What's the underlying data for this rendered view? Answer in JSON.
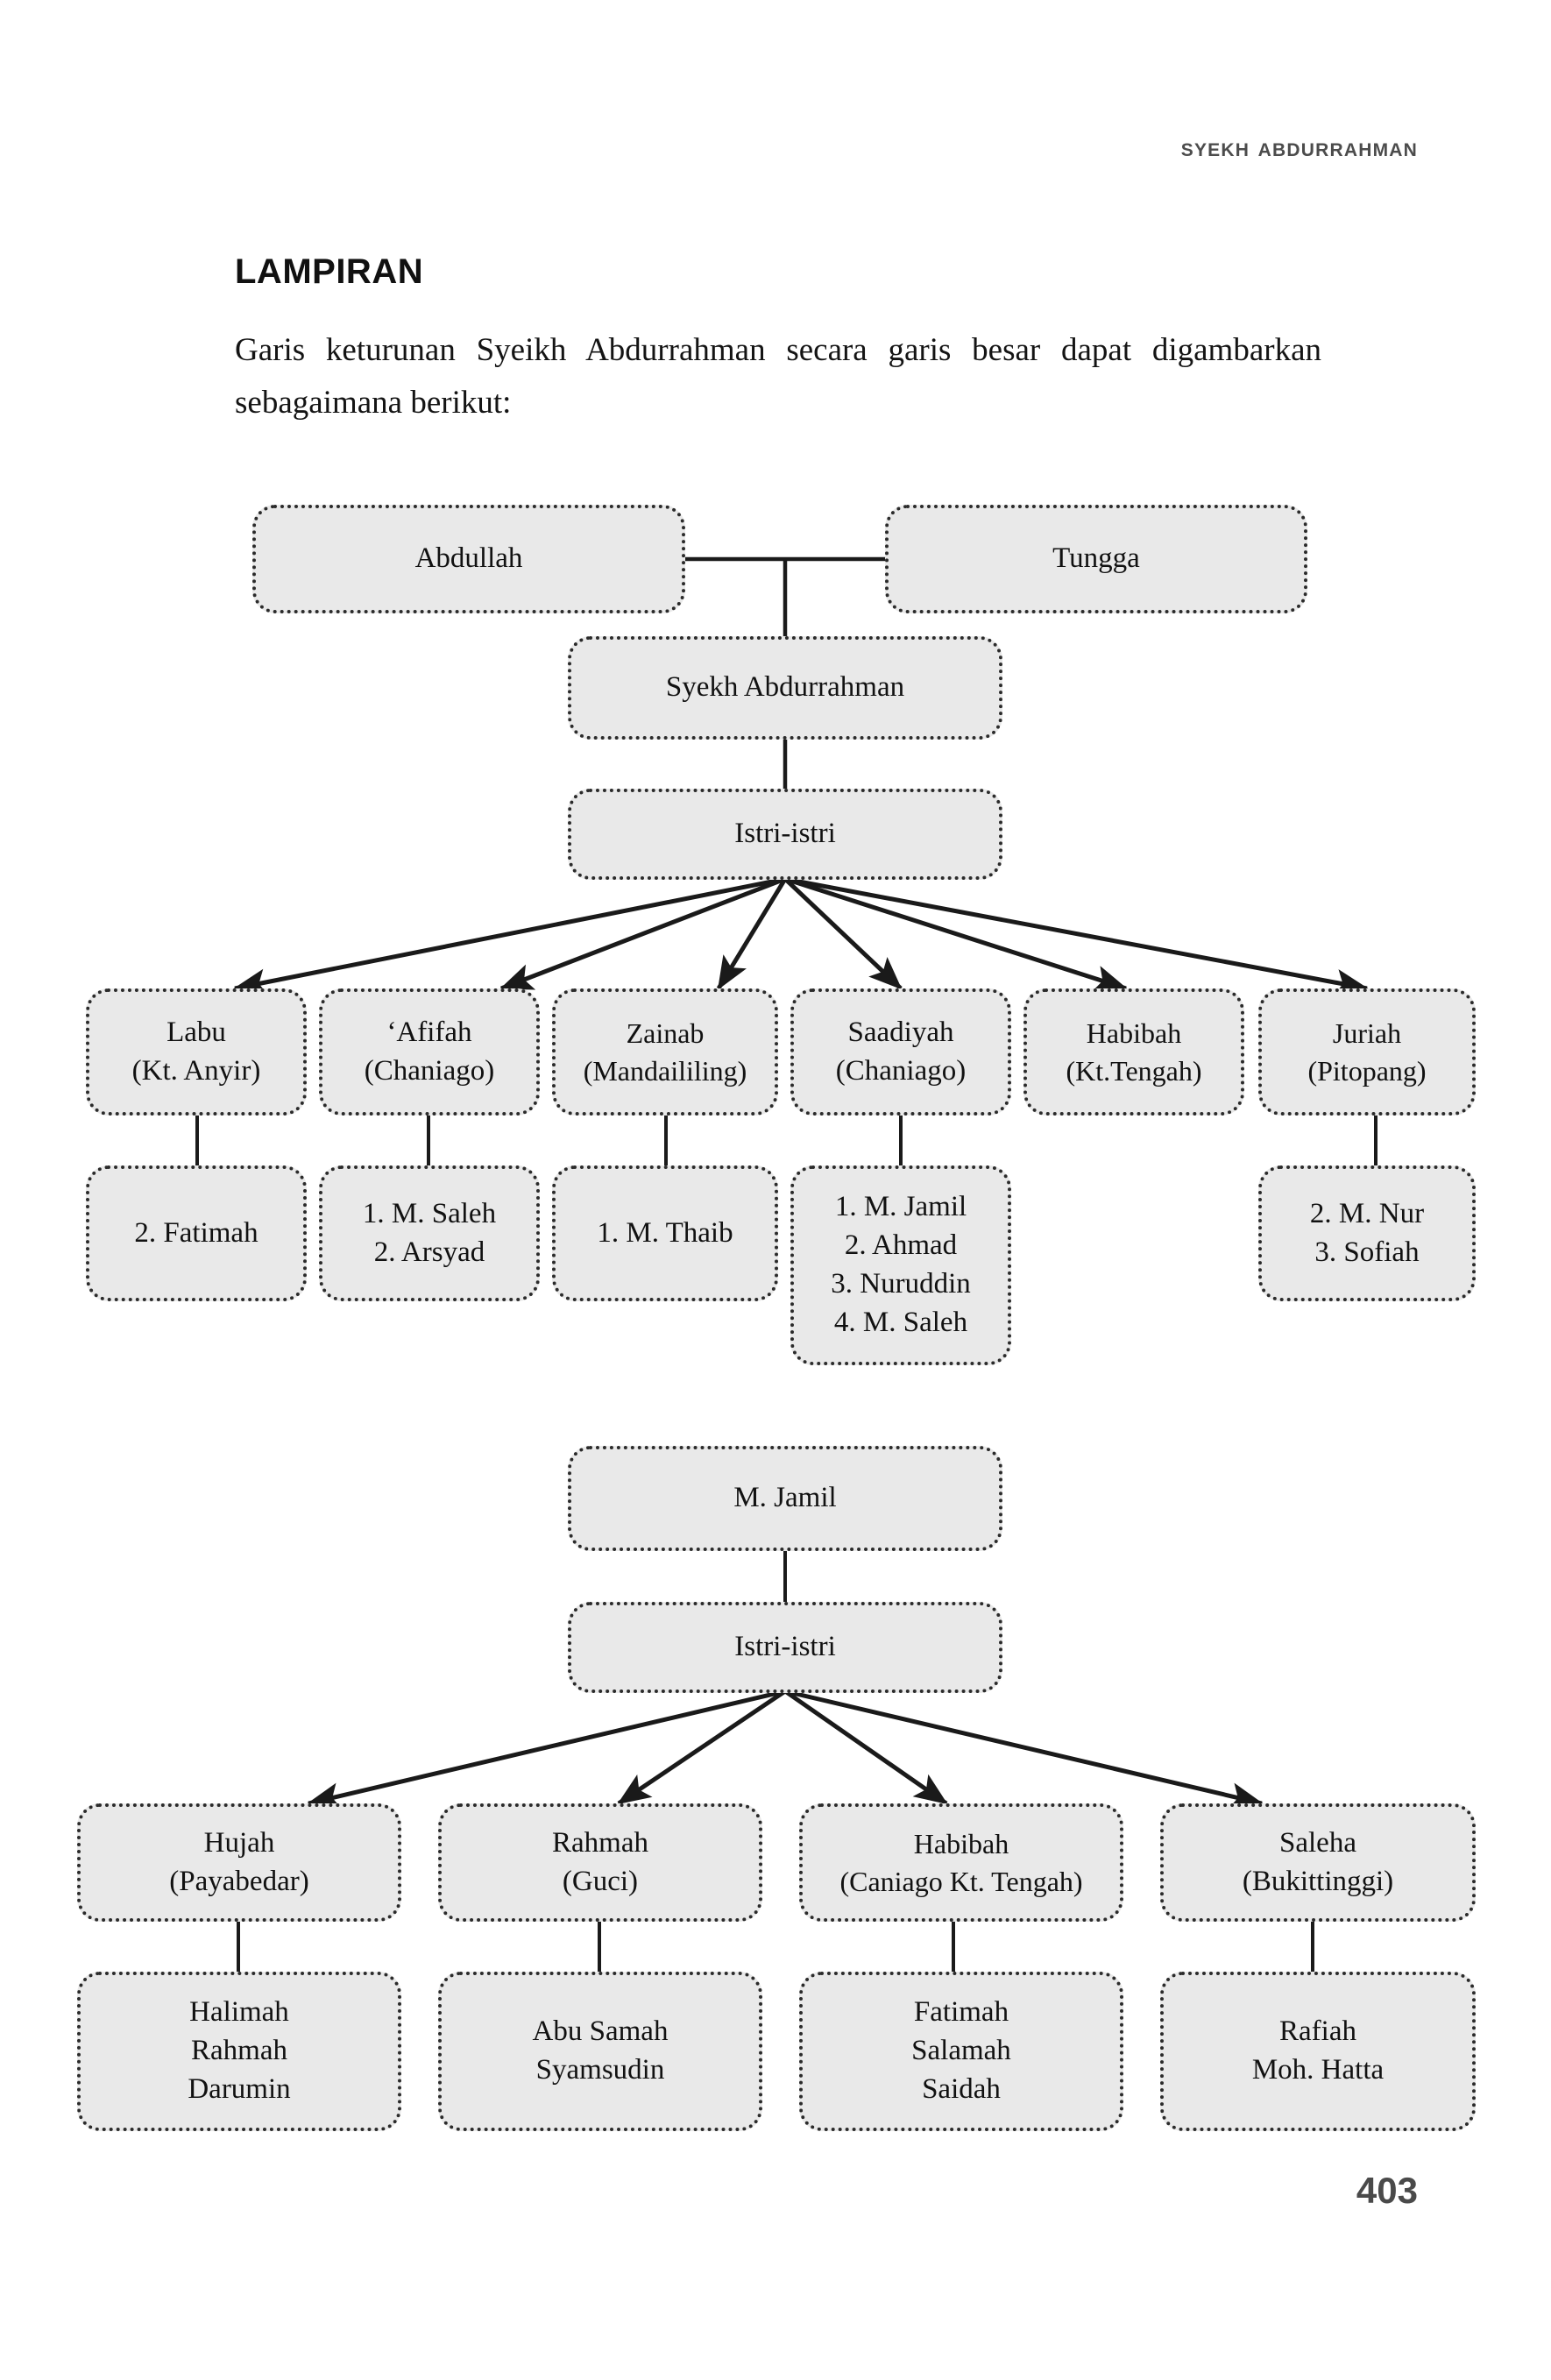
{
  "running_head": "Syekh Abdurrahman",
  "section_title": "LAMPIRAN",
  "intro_paragraph": "Garis keturunan Syeikh Abdurrahman secara garis besar dapat digambarkan sebagaimana berikut:",
  "page_number": "403",
  "colors": {
    "node_fill": "#e9e9e9",
    "node_border": "#2b2b2b",
    "text": "#111111",
    "running_head": "#4c4c4c",
    "page_number": "#4a4a4a"
  },
  "chart_data": {
    "type": "diagram",
    "subtype": "genealogy-tree",
    "title": "Garis keturunan Syeikh Abdurrahman",
    "trees": [
      {
        "id": "tree-abdurrahman",
        "root_couple": [
          "Abdullah",
          "Tungga"
        ],
        "child": "Syekh Abdurrahman",
        "spouses_node": "Istri-istri",
        "wives": [
          {
            "name": "Labu",
            "clan": "(Kt. Anyir)",
            "children": [
              "2. Fatimah"
            ]
          },
          {
            "name": "‘Afifah",
            "clan": "(Chaniago)",
            "children": [
              "1. M. Saleh",
              "2. Arsyad"
            ]
          },
          {
            "name": "Zainab",
            "clan": "(Mandaililing)",
            "children": [
              "1. M. Thaib"
            ]
          },
          {
            "name": "Saadiyah",
            "clan": "(Chaniago)",
            "children": [
              "1. M. Jamil",
              "2. Ahmad",
              "3. Nuruddin",
              "4. M. Saleh"
            ]
          },
          {
            "name": "Habibah",
            "clan": "(Kt.Tengah)",
            "children": []
          },
          {
            "name": "Juriah",
            "clan": "(Pitopang)",
            "children": [
              "2. M. Nur",
              "3. Sofiah"
            ]
          }
        ]
      },
      {
        "id": "tree-mjamil",
        "root": "M. Jamil",
        "spouses_node": "Istri-istri",
        "wives": [
          {
            "name": "Hujah",
            "clan": "(Payabedar)",
            "children": [
              "Halimah",
              "Rahmah",
              "Darumin"
            ]
          },
          {
            "name": "Rahmah",
            "clan": "(Guci)",
            "children": [
              "Abu Samah",
              "Syamsudin"
            ]
          },
          {
            "name": "Habibah",
            "clan": "(Caniago Kt. Tengah)",
            "children": [
              "Fatimah",
              "Salamah",
              "Saidah"
            ]
          },
          {
            "name": "Saleha",
            "clan": "(Bukittinggi)",
            "children": [
              "Rafiah",
              "Moh. Hatta"
            ]
          }
        ]
      }
    ]
  },
  "nodes": {
    "abdullah": {
      "line1": "Abdullah"
    },
    "tungga": {
      "line1": "Tungga"
    },
    "syekh_abdurrahman": {
      "line1": "Syekh Abdurrahman"
    },
    "istri_istri_1": {
      "line1": "Istri-istri"
    },
    "w1": {
      "line1": "Labu",
      "line2": "(Kt. Anyir)"
    },
    "w2": {
      "line1": "‘Afifah",
      "line2": "(Chaniago)"
    },
    "w3": {
      "line1": "Zainab",
      "line2": "(Mandaililing)"
    },
    "w4": {
      "line1": "Saadiyah",
      "line2": "(Chaniago)"
    },
    "w5": {
      "line1": "Habibah",
      "line2": "(Kt.Tengah)"
    },
    "w6": {
      "line1": "Juriah",
      "line2": "(Pitopang)"
    },
    "c1": {
      "line1": "2. Fatimah"
    },
    "c2": {
      "line1": "1. M. Saleh",
      "line2": "2. Arsyad"
    },
    "c3": {
      "line1": "1. M. Thaib"
    },
    "c4": {
      "line1": "1. M. Jamil",
      "line2": "2. Ahmad",
      "line3": "3. Nuruddin",
      "line4": "4. M. Saleh"
    },
    "c6": {
      "line1": "2. M. Nur",
      "line2": "3. Sofiah"
    },
    "mjamil": {
      "line1": "M. Jamil"
    },
    "istri_istri_2": {
      "line1": "Istri-istri"
    },
    "x1": {
      "line1": "Hujah",
      "line2": "(Payabedar)"
    },
    "x2": {
      "line1": "Rahmah",
      "line2": "(Guci)"
    },
    "x3": {
      "line1": "Habibah",
      "line2": "(Caniago Kt. Tengah)"
    },
    "x4": {
      "line1": "Saleha",
      "line2": "(Bukittinggi)"
    },
    "y1": {
      "line1": "Halimah",
      "line2": "Rahmah",
      "line3": "Darumin"
    },
    "y2": {
      "line1": "Abu Samah",
      "line2": "Syamsudin"
    },
    "y3": {
      "line1": "Fatimah",
      "line2": "Salamah",
      "line3": "Saidah"
    },
    "y4": {
      "line1": "Rafiah",
      "line2": "Moh. Hatta"
    }
  }
}
